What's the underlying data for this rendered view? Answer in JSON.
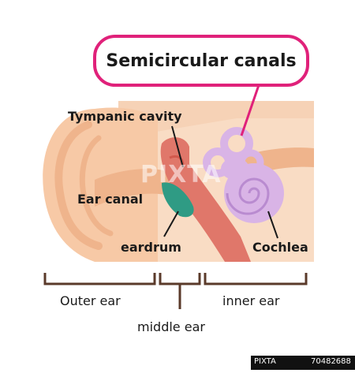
{
  "labels": {
    "semicircular_canals": "Semicircular canals",
    "tympanic_cavity": "Tympanic cavity",
    "ear_canal": "Ear canal",
    "eardrum": "eardrum",
    "cochlea": "Cochlea",
    "outer_ear": "Outer ear",
    "inner_ear": "inner ear",
    "middle_ear": "middle ear"
  },
  "watermark": "PIXTA",
  "credit": {
    "brand": "PIXTA",
    "id": "70482688"
  },
  "colors": {
    "skin": "#f7c9a6",
    "skin_dark": "#efb48c",
    "tissue": "#f9dcc4",
    "tube": "#e0776a",
    "tube_dark": "#d2594d",
    "eardrum": "#2f9b84",
    "inner_ear": "#d9b4e6",
    "inner_ear_dark": "#b98bd0",
    "callout": "#e0217a",
    "bracket": "#5a3a2a"
  }
}
